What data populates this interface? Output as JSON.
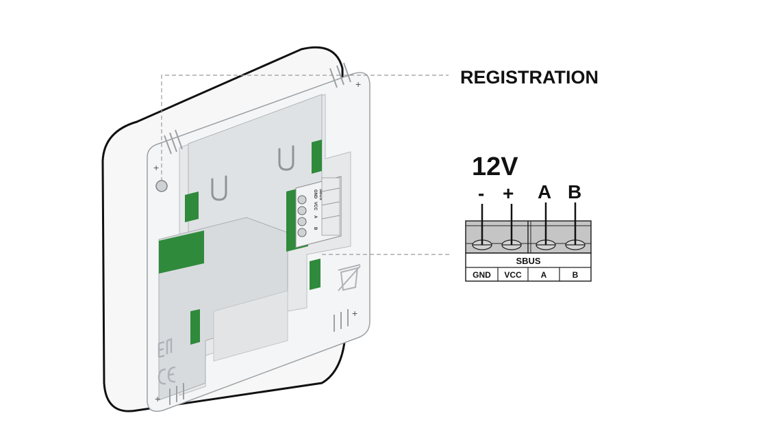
{
  "labels": {
    "registration": "REGISTRATION",
    "voltage": "12V",
    "pin_minus": "-",
    "pin_plus": "+",
    "pin_a": "A",
    "pin_b": "B"
  },
  "terminal_block": {
    "header": "SBUS",
    "cells": [
      "GND",
      "VCC",
      "A",
      "B"
    ]
  },
  "device_markings": {
    "terminal_labels": [
      "GND",
      "VCC",
      "A",
      "B"
    ],
    "terminal_header": "SBUS"
  },
  "colors": {
    "device_body": "#f4f5f6",
    "device_outline": "#9aa0a4",
    "pcb_green": "#2f8a3c",
    "leader_line": "#999999",
    "text": "#111111"
  }
}
